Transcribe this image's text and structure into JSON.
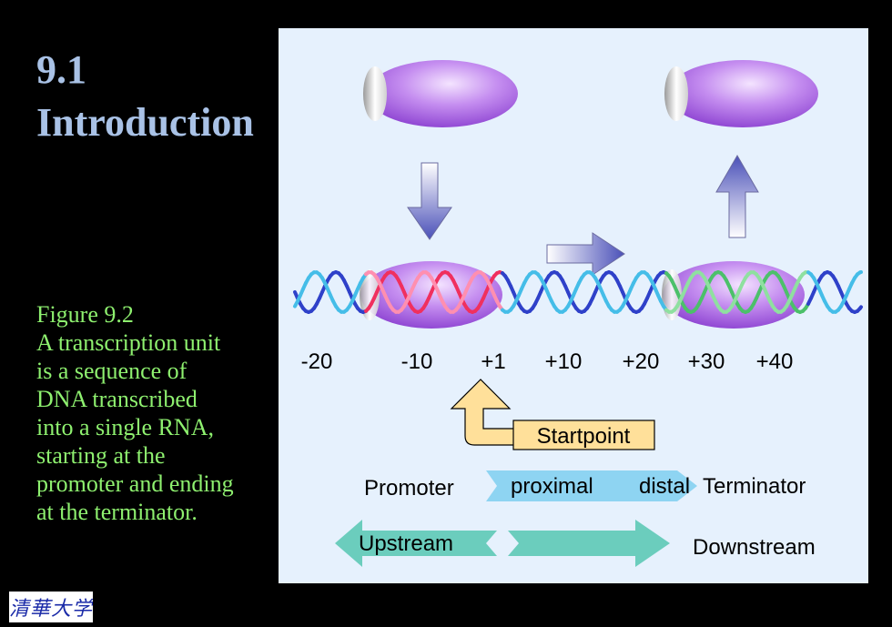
{
  "slide": {
    "title_line1": "9.1",
    "title_line2": "Introduction",
    "caption": [
      "Figure 9.2",
      "A transcription unit",
      "is a sequence of",
      "DNA transcribed",
      "into a single RNA,",
      "starting at the",
      "promoter and ending",
      "at the terminator."
    ],
    "logo_text": "清華大学"
  },
  "diagram": {
    "positions": [
      "-20",
      "-10",
      "+1",
      "+10",
      "+20",
      "+30",
      "+40"
    ],
    "startpoint": "Startpoint",
    "promoter": "Promoter",
    "proximal": "proximal",
    "distal": "distal",
    "terminator": "Terminator",
    "upstream": "Upstream",
    "downstream": "Downstream"
  },
  "colors": {
    "background": "#000000",
    "title": "#a9c2e6",
    "caption": "#8ef06f",
    "panel": "#e6f1fd",
    "logo_text": "#1a2aa8",
    "polymerase": "#b36ee6",
    "arrow": "#5a5fc0",
    "strand_blue": "#2f41c9",
    "strand_cyan": "#45bde8",
    "strand_red": "#f0305e",
    "strand_green": "#4cc06a",
    "startpoint_box": "#ffe09a",
    "proximal_arrow": "#8ed4f2",
    "updown_arrow": "#6bcdbd"
  }
}
